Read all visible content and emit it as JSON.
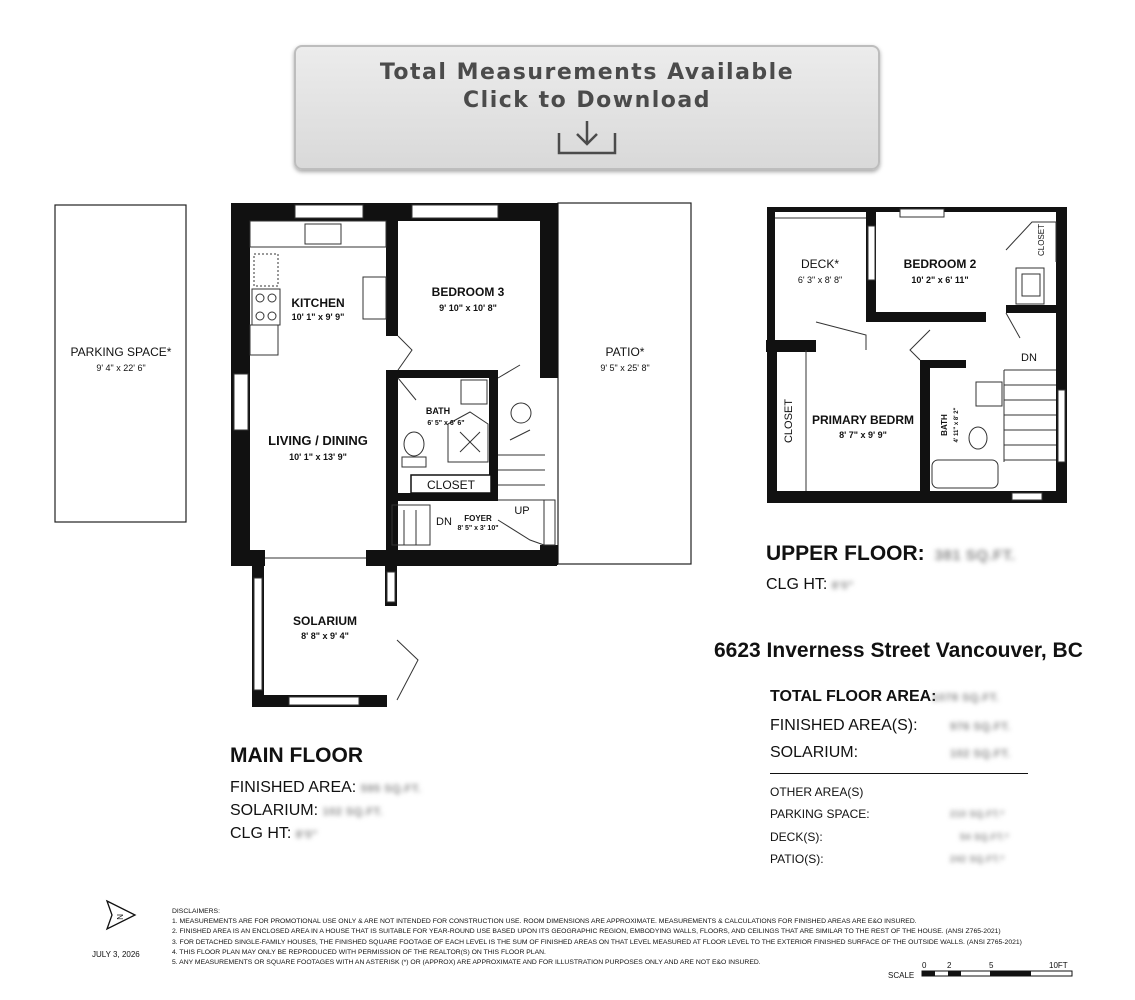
{
  "banner": {
    "line1": "Total Measurements Available",
    "line2": "Click to Download",
    "icon": "download-icon"
  },
  "main_floor_plan": {
    "parking": {
      "label": "PARKING SPACE*",
      "dim": "9' 4\" x 22' 6\""
    },
    "kitchen": {
      "label": "KITCHEN",
      "dim": "10' 1\" x 9' 9\""
    },
    "bedroom3": {
      "label": "BEDROOM 3",
      "dim": "9' 10\" x 10' 8\""
    },
    "patio": {
      "label": "PATIO*",
      "dim": "9' 5\" x 25' 8\""
    },
    "bath": {
      "label": "BATH",
      "dim": "6' 5\" x 6' 6\""
    },
    "living": {
      "label": "LIVING / DINING",
      "dim": "10' 1\" x 13' 9\""
    },
    "closet": {
      "label": "CLOSET"
    },
    "dn": "DN",
    "up": "UP",
    "foyer": {
      "label": "FOYER",
      "dim": "8' 5\" x 3' 10\""
    },
    "solarium": {
      "label": "SOLARIUM",
      "dim": "8' 8\" x 9' 4\""
    }
  },
  "upper_floor_plan": {
    "deck": {
      "label": "DECK*",
      "dim": "6' 3\" x 8' 8\""
    },
    "bedroom2": {
      "label": "BEDROOM 2",
      "dim": "10' 2\" x 6' 11\""
    },
    "closet_small": "CLOSET",
    "dn": "DN",
    "closet_left": "CLOSET",
    "primary": {
      "label": "PRIMARY BEDRM",
      "dim": "8' 7\" x 9' 9\""
    },
    "bath": {
      "label": "BATH",
      "dim": "4' 11\" x 8' 2\""
    }
  },
  "upper_floor": {
    "title": "UPPER FLOOR:",
    "area_value": "381 SQ.FT.",
    "clg_label": "CLG HT:",
    "clg_value": "8'0\""
  },
  "address": "6623 Inverness Street Vancouver, BC",
  "totals": {
    "total_label": "TOTAL FLOOR AREA:",
    "total_value": "1078 SQ.FT.",
    "finished_label": "FINISHED AREA(S):",
    "finished_value": "976 SQ.FT.",
    "solarium_label": "SOLARIUM:",
    "solarium_value": "102 SQ.FT.",
    "other_label": "OTHER AREA(S)",
    "parking_label": "PARKING SPACE:",
    "parking_value": "210 SQ.FT.*",
    "deck_label": "DECK(S):",
    "deck_value": "54 SQ.FT.*",
    "patio_label": "PATIO(S):",
    "patio_value": "242 SQ.FT.*"
  },
  "main_floor": {
    "title": "MAIN FLOOR",
    "finished_label": "FINISHED AREA:",
    "finished_value": "595 SQ.FT.",
    "solarium_label": "SOLARIUM:",
    "solarium_value": "102 SQ.FT.",
    "clg_label": "CLG HT:",
    "clg_value": "8'0\""
  },
  "north_arrow_letter": "N",
  "date": "JULY 3, 2026",
  "disclaimers": {
    "title": "DISCLAIMERS:",
    "items": [
      "1. MEASUREMENTS ARE FOR PROMOTIONAL USE ONLY & ARE NOT INTENDED FOR CONSTRUCTION USE. ROOM DIMENSIONS ARE APPROXIMATE. MEASUREMENTS & CALCULATIONS FOR FINISHED AREAS ARE E&O INSURED.",
      "2. FINISHED AREA IS AN ENCLOSED AREA IN A HOUSE THAT IS SUITABLE FOR YEAR-ROUND USE BASED UPON ITS GEOGRAPHIC REGION, EMBODYING WALLS, FLOORS, AND CEILINGS THAT ARE SIMILAR TO THE REST OF THE HOUSE. (ANSI Z765-2021)",
      "3. FOR DETACHED SINGLE-FAMILY HOUSES, THE FINISHED SQUARE FOOTAGE OF EACH LEVEL IS THE SUM OF FINISHED AREAS ON THAT LEVEL MEASURED AT FLOOR LEVEL TO THE EXTERIOR FINISHED SURFACE OF THE OUTSIDE WALLS. (ANSI Z765-2021)",
      "4. THIS FLOOR PLAN MAY ONLY BE REPRODUCED WITH PERMISSION OF THE REALTOR(S) ON THIS FLOOR PLAN.",
      "5. ANY MEASUREMENTS OR SQUARE FOOTAGES WITH AN ASTERISK (*) OR (APPROX) ARE APPROXIMATE AND FOR ILLUSTRATION PURPOSES ONLY AND ARE NOT E&O INSURED."
    ]
  },
  "scale": {
    "label": "SCALE",
    "t0": "0",
    "t2": "2",
    "t5": "5",
    "t10": "10FT"
  }
}
